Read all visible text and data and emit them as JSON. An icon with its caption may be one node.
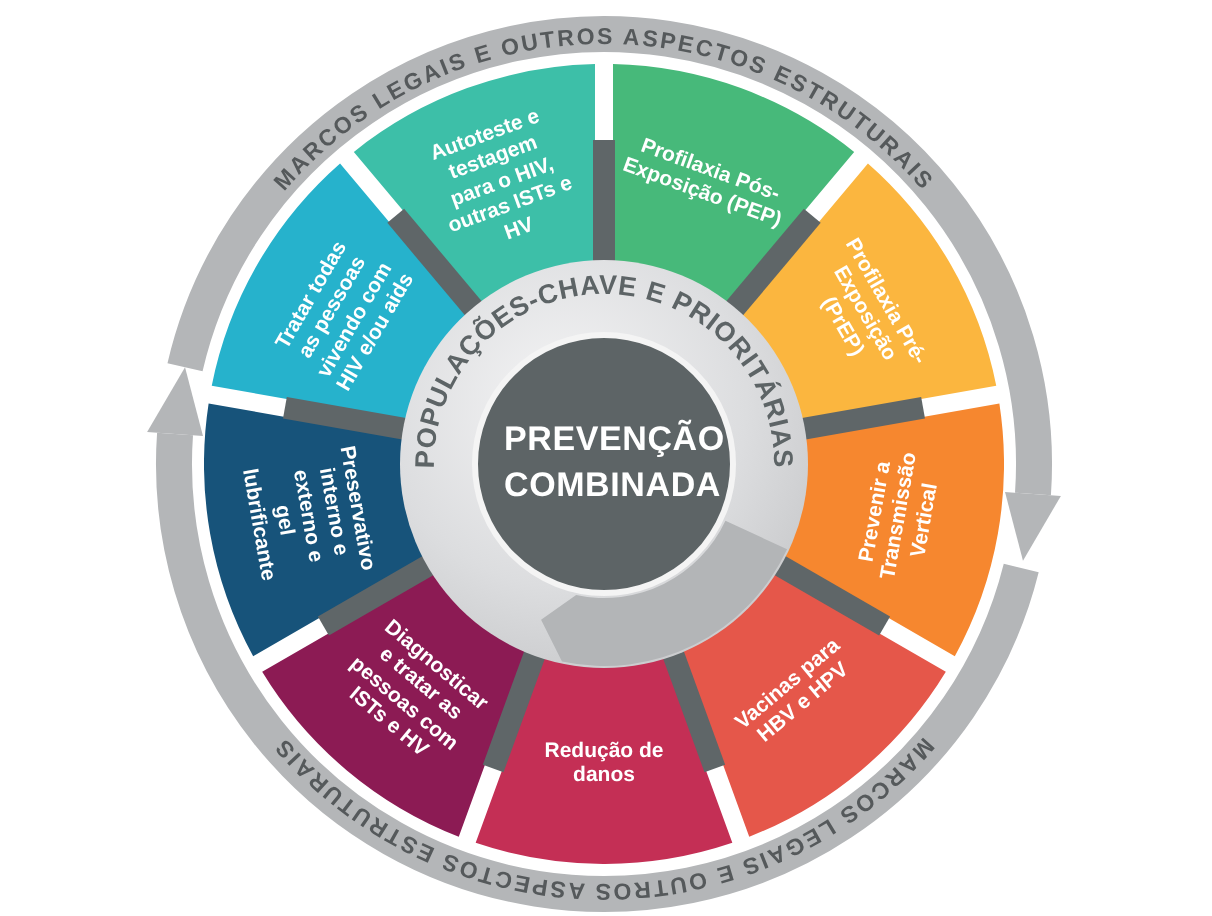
{
  "diagram": {
    "nodes": [
      {
        "text": [
          "PREVENÇÃO COMBINADA"
        ]
      },
      {
        "text": [
          "Autoteste e testagem para o HIV, outras ISTs e HV"
        ]
      },
      {
        "text": [
          "Profilaxia Pós-Exposição (PEP)"
        ]
      },
      {
        "text": [
          "Profilaxia Pré-Exposição (PrEP)"
        ]
      },
      {
        "text": [
          "Prevenir a Transmissão Vertical"
        ]
      },
      {
        "text": [
          "Vacinas para HBV e HPV"
        ]
      },
      {
        "text": [
          "Redução de danos"
        ]
      },
      {
        "text": [
          "Diagnosticar e tratar as pessoas com ISTs e HV"
        ]
      },
      {
        "text": [
          "Preservativo interno e externo e gel lubrificante"
        ]
      },
      {
        "text": [
          "Tratar todas as pessoas vivendo com HIV e/ou aids"
        ]
      }
    ],
    "labels": [
      "MARCOS LEGAIS E OUTROS ASPECTOS ESTRUTURAIS",
      "POPULAÇÕES-CHAVE E PRIORITÁRIAS",
      "MARCOS LEGAIS E OUTROS ASPECTOS ESTRUTURAIS"
    ]
  }
}
